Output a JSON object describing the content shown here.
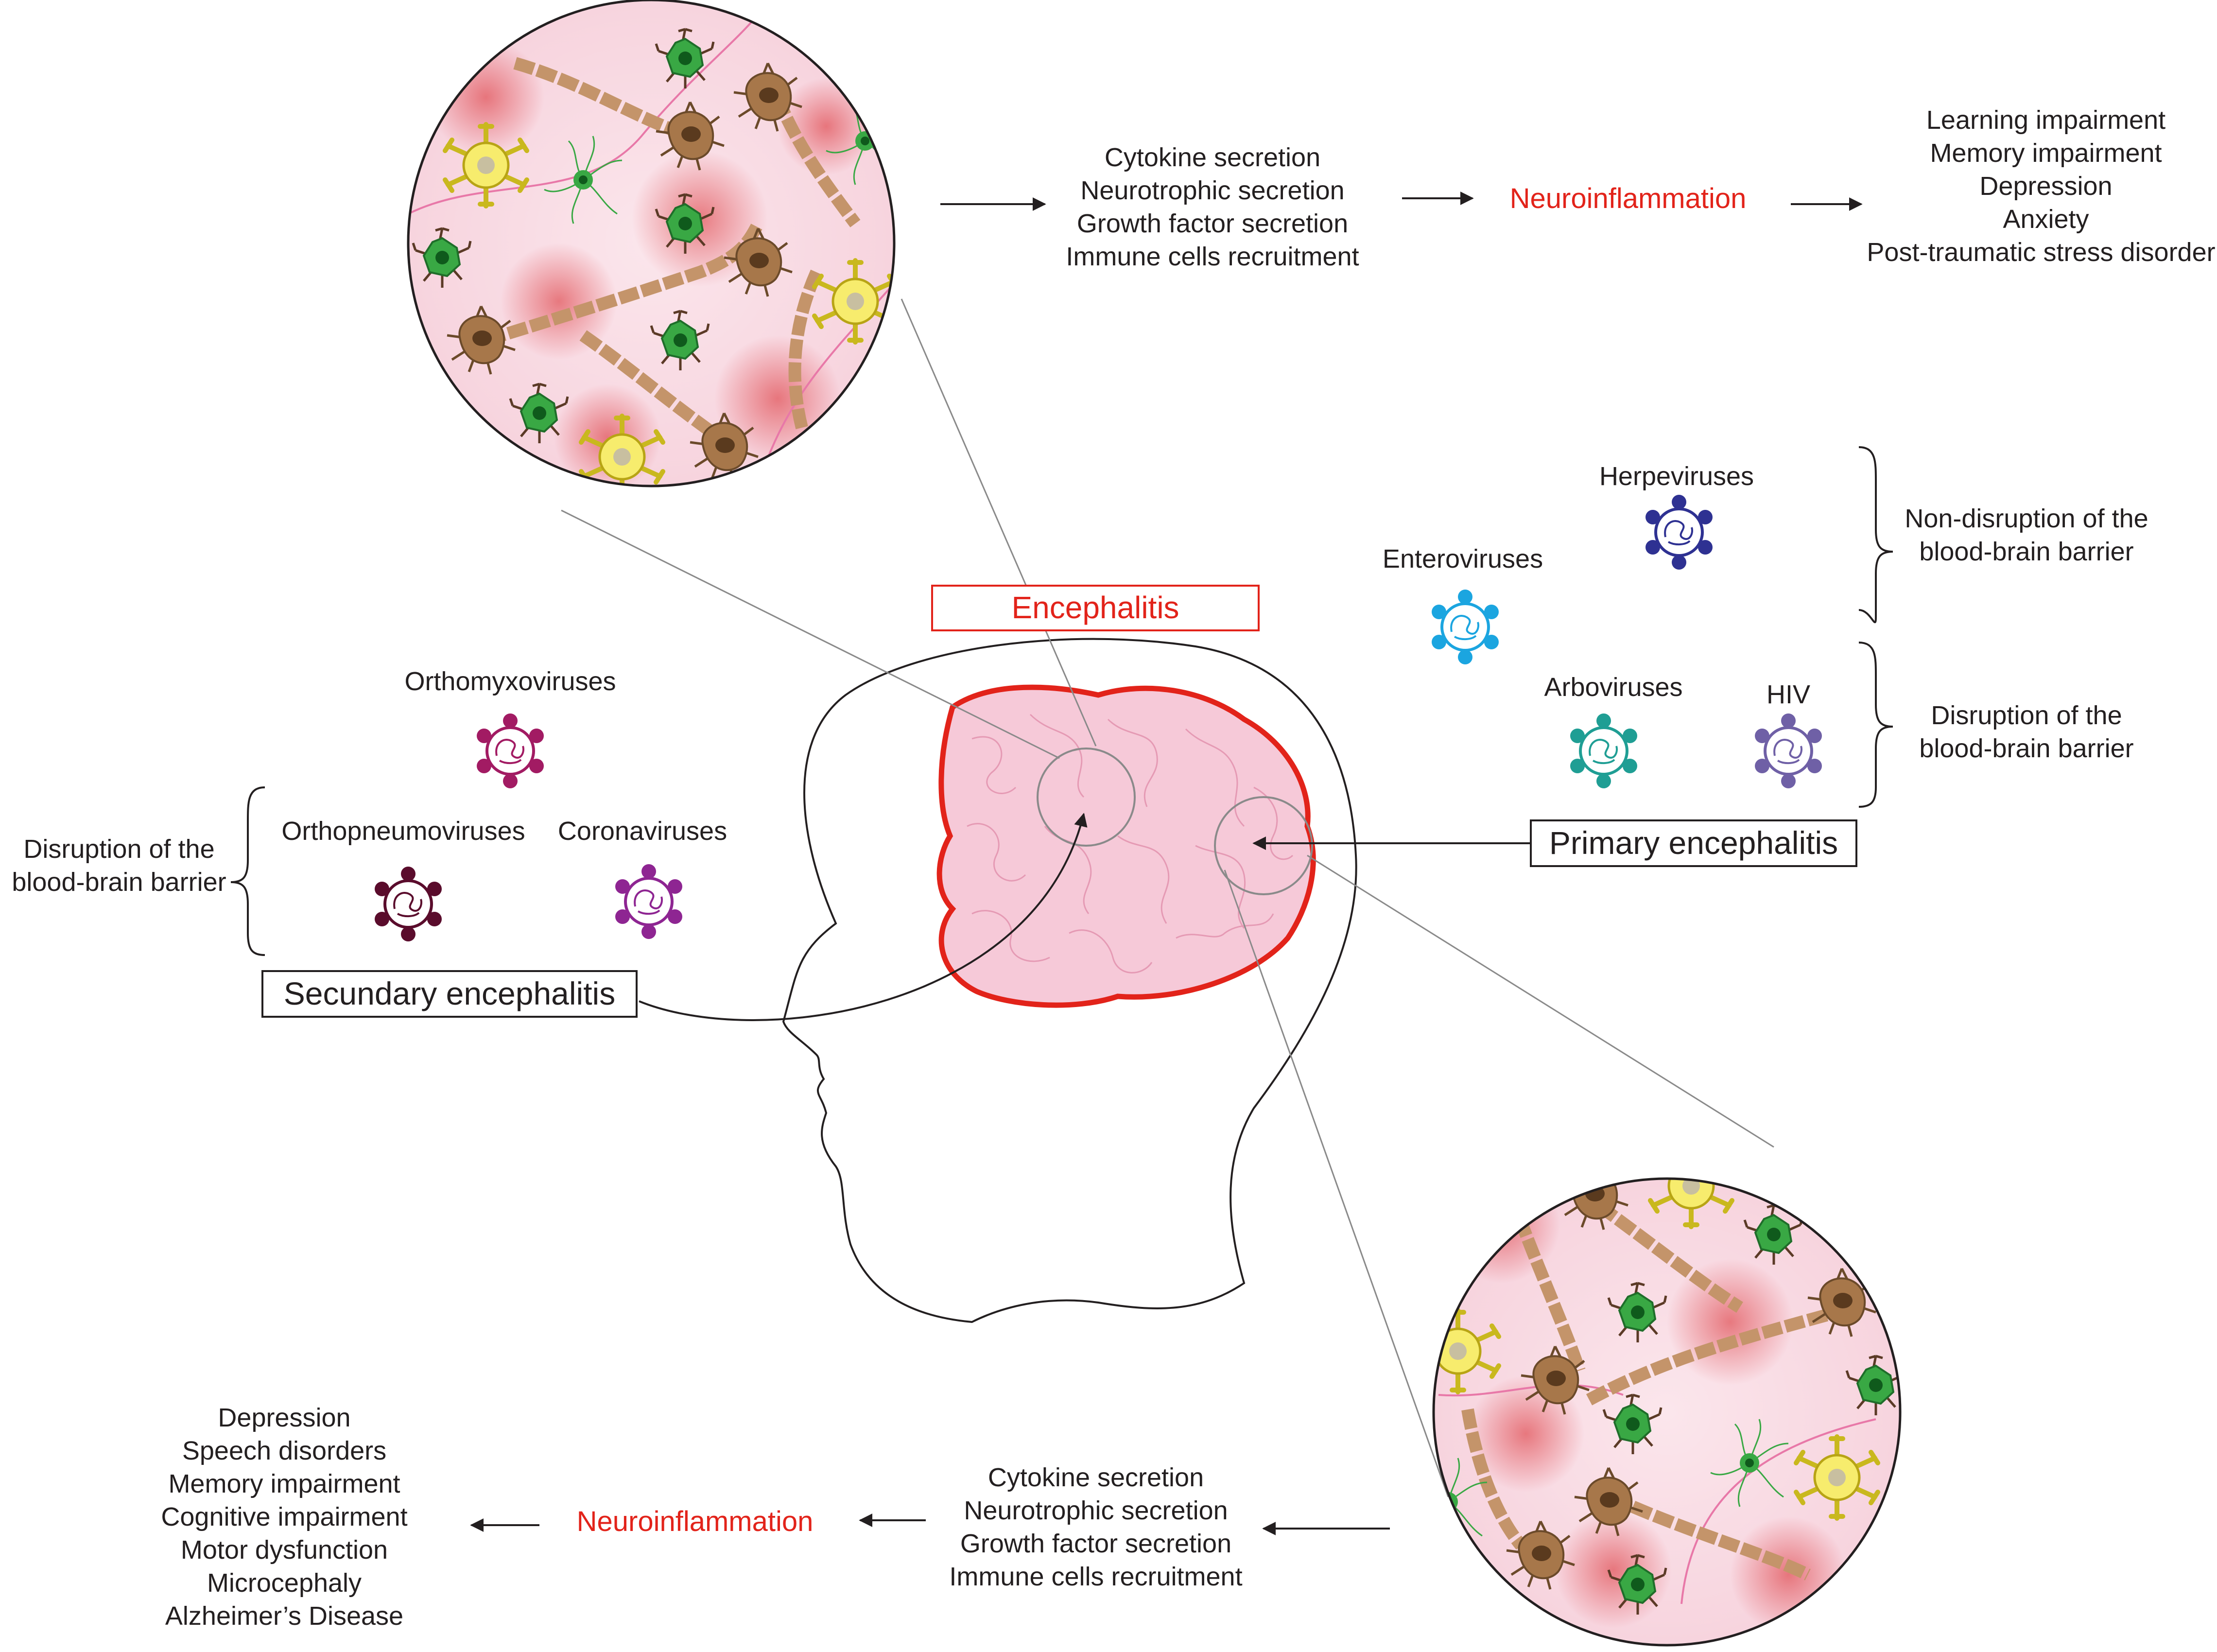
{
  "title": "Encephalitis",
  "primary": {
    "label": "Primary encephalitis",
    "groups": [
      {
        "brace_text": [
          "Non-disruption of the",
          "blood-brain barrier"
        ],
        "viruses": [
          {
            "name": "Herpeviruses",
            "color": "#2e3192"
          },
          {
            "name": "Enteroviruses",
            "color": "#1ba5e0"
          }
        ]
      },
      {
        "brace_text": [
          "Disruption of the",
          "blood-brain barrier"
        ],
        "viruses": [
          {
            "name": "Arboviruses",
            "color": "#1f9e94"
          },
          {
            "name": "HIV",
            "color": "#6f60a6"
          }
        ]
      }
    ]
  },
  "secondary": {
    "label": "Secundary encephalitis",
    "brace_text": [
      "Disruption of the",
      "blood-brain barrier"
    ],
    "viruses": [
      {
        "name": "Orthomyxoviruses",
        "color": "#a21b63"
      },
      {
        "name": "Orthopneumoviruses",
        "color": "#5a0c2c"
      },
      {
        "name": "Coronaviruses",
        "color": "#8e2592"
      }
    ]
  },
  "top_flow": {
    "mechanisms": [
      "Cytokine secretion",
      "Neurotrophic secretion",
      "Growth factor secretion",
      "Immune cells recruitment"
    ],
    "process": "Neuroinflammation",
    "outcomes": [
      "Learning impairment",
      "Memory impairment",
      "Depression",
      "Anxiety",
      "Post-traumatic stress disorder"
    ]
  },
  "bottom_flow": {
    "mechanisms": [
      "Cytokine secretion",
      "Neurotrophic secretion",
      "Growth factor secretion",
      "Immune cells recruitment"
    ],
    "process": "Neuroinflammation",
    "outcomes": [
      "Depression",
      "Speech disorders",
      "Memory impairment",
      "Cognitive impairment",
      "Motor dysfunction",
      "Microcephaly",
      "Alzheimer’s Disease"
    ]
  },
  "colors": {
    "encephalitis_red": "#e2231a",
    "brain_fill": "#f6c9d8",
    "neuron": "#a7774a",
    "microglia": "#f7ec6d",
    "astrocyte": "#39a844"
  }
}
